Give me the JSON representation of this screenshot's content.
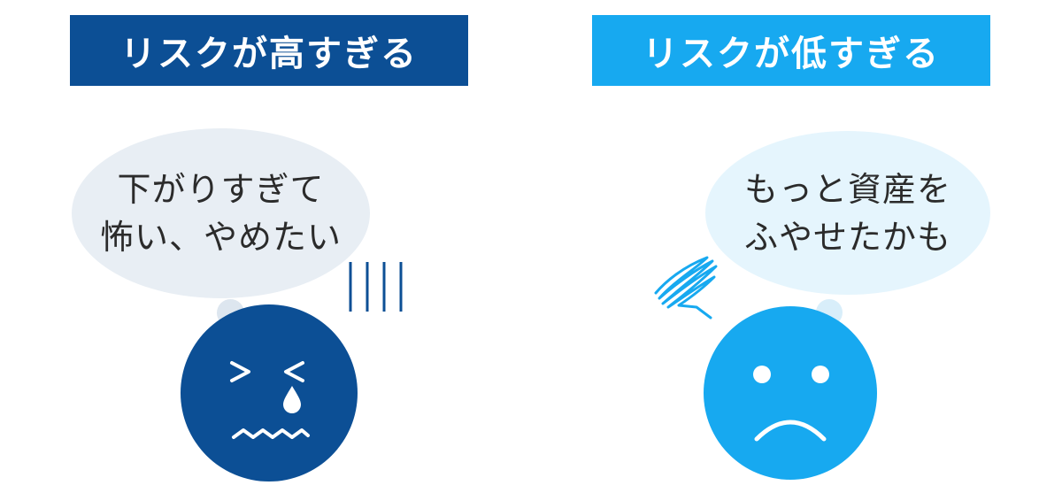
{
  "left_panel": {
    "title": "リスクが高すぎる",
    "bubble_lines": [
      "下がりすぎて",
      "怖い、やめたい"
    ],
    "colors": {
      "banner": "#0c4f95",
      "bubble": "#e8eef4",
      "face": "#0c4f95"
    },
    "face_icon": "crying-worried-face-icon",
    "effect_icon": "shock-lines-icon"
  },
  "right_panel": {
    "title": "リスクが低すぎる",
    "bubble_lines": [
      "もっと資産を",
      "ふやせたかも"
    ],
    "colors": {
      "banner": "#17a9f0",
      "bubble": "#e5f5fd",
      "face": "#17a9f0"
    },
    "face_icon": "sad-face-icon",
    "effect_icon": "scribble-frustration-icon"
  }
}
